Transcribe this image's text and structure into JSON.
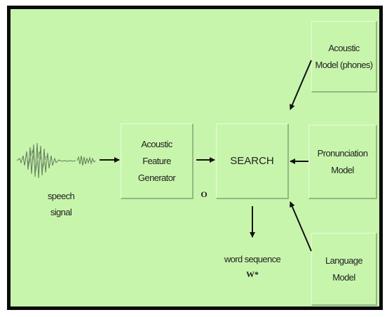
{
  "diagram": {
    "nodes": {
      "feature_generator": "Acoustic\nFeature\nGenerator",
      "search": "SEARCH",
      "acoustic_model": "Acoustic\nModel (phones)",
      "pronunciation_model": "Pronunciation\nModel",
      "language_model": "Language\nModel"
    },
    "labels": {
      "speech_signal": "speech\nsignal",
      "observation": "O",
      "word_sequence": "word sequence",
      "word_sequence_symbol": "W*"
    }
  },
  "colors": {
    "background": "#c8f5ac",
    "border": "#0a0a0a",
    "arrow": "#111111",
    "waveform": "#5f7a58"
  }
}
